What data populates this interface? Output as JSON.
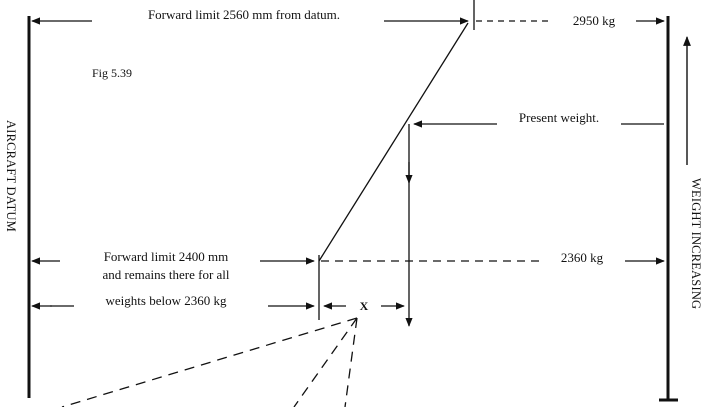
{
  "figure": {
    "fig_label": "Fig 5.39",
    "forward_limit_top_label": "Forward limit 2560 mm from datum.",
    "max_weight_label": "2950 kg",
    "present_weight_label": "Present weight.",
    "forward_limit_low_lines": [
      "Forward limit 2400 mm",
      "and remains there for all",
      "weights below 2360 kg"
    ],
    "threshold_weight_label": "2360 kg",
    "distance_marker": "X",
    "left_axis_label": "AIRCRAFT DATUM",
    "right_axis_label": "WEIGHT INCREASING"
  },
  "colors": {
    "ink": "#111111",
    "background": "#ffffff"
  }
}
